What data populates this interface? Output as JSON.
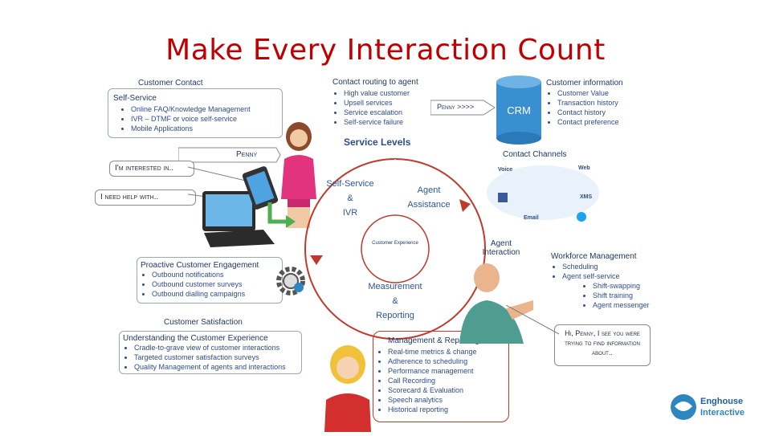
{
  "title": "Make Every Interaction Count",
  "customer_contact": {
    "header": "Customer Contact",
    "self_service_label": "Self-Service",
    "items": [
      "Online FAQ/Knowledge Management",
      "IVR – DTMF or voice self-service",
      "Mobile Applications"
    ]
  },
  "contact_routing": {
    "header": "Contact routing to agent",
    "items": [
      "High value customer",
      "Upsell services",
      "Service escalation",
      "Self-service failure"
    ]
  },
  "penny_arrow": "Penny >>>>",
  "crm_label": "CRM",
  "customer_information": {
    "header": "Customer information",
    "items": [
      "Customer Value",
      "Transaction history",
      "Contact history",
      "Contact preference"
    ]
  },
  "service_levels": "Service Levels",
  "contact_channels": "Contact Channels",
  "channel_icons": [
    "Voice",
    "Web",
    "XMS",
    "Email"
  ],
  "penny_label": "Penny",
  "bubble_interested": "I'm interested in..",
  "bubble_help": "I need help with..",
  "circle": {
    "self_service": "Self-Service",
    "amp1": "&",
    "ivr": "IVR",
    "agent": "Agent",
    "assistance": "Assistance",
    "customer_experience": "Customer Experience",
    "measurement": "Measurement",
    "amp2": "&",
    "reporting": "Reporting"
  },
  "agent_interaction": "Agent Interaction",
  "proactive": {
    "header": "Proactive Customer Engagement",
    "items": [
      "Outbound notifications",
      "Outbound customer surveys",
      "Outbound dialling campaigns"
    ]
  },
  "customer_satisfaction": "Customer Satisfaction",
  "understanding": {
    "header": "Understanding the Customer Experience",
    "items": [
      "Cradle-to-grave view of customer interactions",
      "Targeted customer satisfaction surveys",
      "Quality Management of agents and interactions"
    ]
  },
  "workforce": {
    "header": "Workforce Management",
    "items": [
      "Scheduling",
      "Agent self-service"
    ],
    "sub_items": [
      "Shift-swapping",
      "Shift training",
      "Agent messenger"
    ]
  },
  "agent_bubble": "Hi, Penny, I see you were trying to find information about..",
  "management_reporting": {
    "header": "Management & Reporting",
    "items": [
      "Real-time metrics & change",
      "Adherence to scheduling",
      "Performance management",
      "Call Recording",
      "Scorecard & Evaluation",
      "Speech analytics",
      "Historical reporting"
    ]
  },
  "logo": {
    "line1": "Enghouse",
    "line2": "Interactive"
  },
  "colors": {
    "title": "#c00000",
    "text": "#1f3864",
    "circle": "#c0392b",
    "crm": "#2e86c1",
    "arrow": "#4caf50"
  }
}
